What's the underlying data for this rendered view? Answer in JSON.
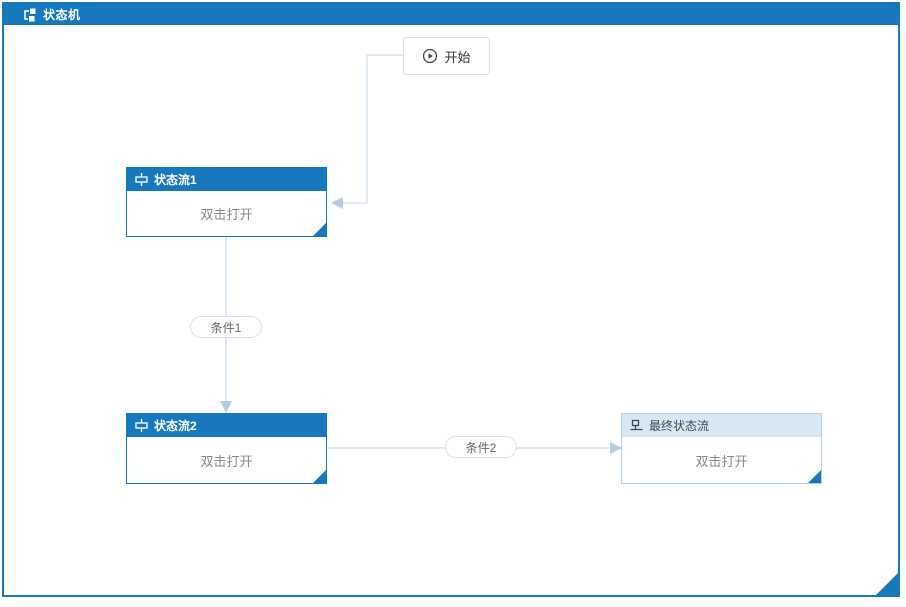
{
  "window": {
    "title": "状态机"
  },
  "canvas": {
    "nodes": {
      "start": {
        "label": "开始",
        "icon": "play-circle-icon"
      },
      "flow1": {
        "title": "状态流1",
        "body": "双击打开",
        "icon": "state-flow-icon"
      },
      "flow2": {
        "title": "状态流2",
        "body": "双击打开",
        "icon": "state-flow-icon"
      },
      "final_flow": {
        "title": "最终状态流",
        "body": "双击打开",
        "icon": "final-state-icon"
      }
    },
    "edges": {
      "flow1_to_flow2": {
        "label": "条件1"
      },
      "flow2_to_final": {
        "label": "条件2"
      }
    }
  },
  "colors": {
    "accent": "#1878be",
    "connector_line": "#dde9f4",
    "arrowhead": "#b5cde0",
    "final_header_bg": "#d9e7f3",
    "muted_text": "#888888"
  }
}
